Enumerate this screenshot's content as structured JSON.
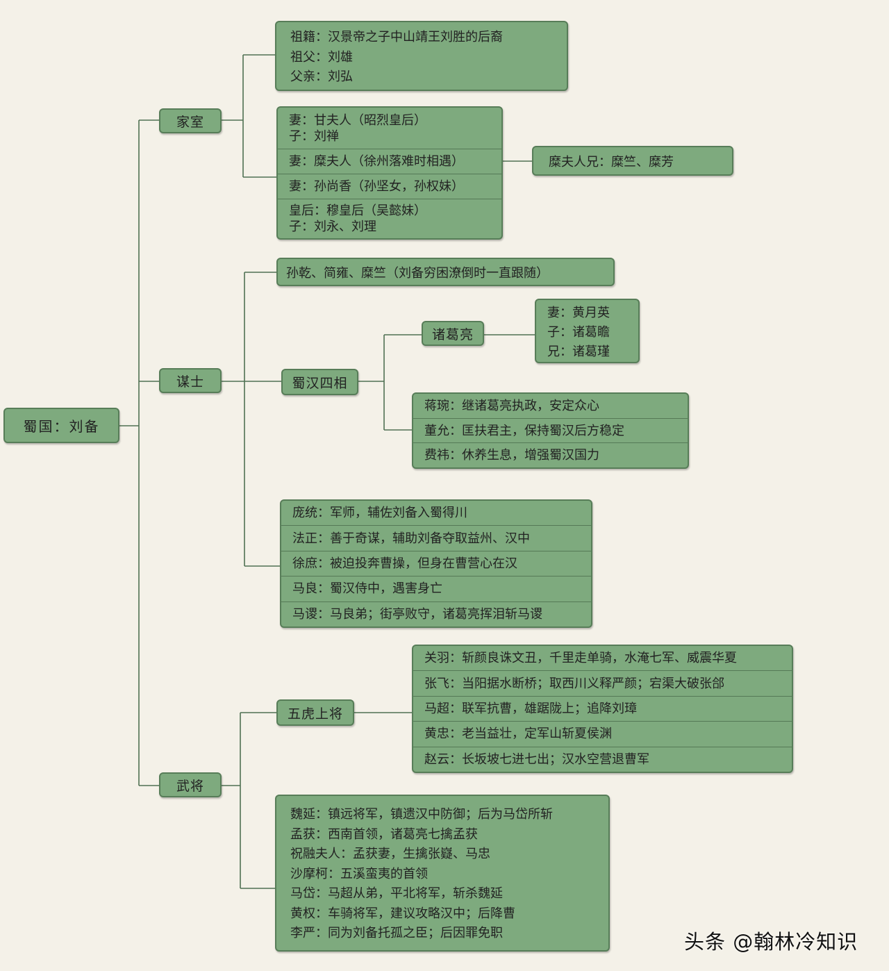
{
  "root": "蜀国：刘备",
  "family": {
    "label": "家室",
    "ancestry": [
      "祖籍：汉景帝之子中山靖王刘胜的后裔",
      "祖父：刘雄",
      "父亲：刘弘"
    ],
    "wives": [
      [
        "妻：甘夫人（昭烈皇后）",
        "子：刘禅"
      ],
      [
        "妻：糜夫人（徐州落难时相遇）"
      ],
      [
        "妻：孙尚香（孙坚女，孙权妹）"
      ],
      [
        "皇后：穆皇后（吴懿妹）",
        "子：刘永、刘理"
      ]
    ],
    "mi_brothers": "糜夫人兄：糜竺、糜芳"
  },
  "advisors": {
    "label": "谋士",
    "followers": "孙乾、简雍、糜竺（刘备穷困潦倒时一直跟随）",
    "four_ministers": {
      "label": "蜀汉四相",
      "zhuge": {
        "label": "诸葛亮",
        "relatives": [
          "妻：黄月英",
          "子：诸葛瞻",
          "兄：诸葛瑾"
        ]
      },
      "others": [
        "蒋琬：继诸葛亮执政，安定众心",
        "董允：匡扶君主，保持蜀汉后方稳定",
        "费祎：休养生息，增强蜀汉国力"
      ]
    },
    "others": [
      "庞统：军师，辅佐刘备入蜀得川",
      "法正：善于奇谋，辅助刘备夺取益州、汉中",
      "徐庶：被迫投奔曹操，但身在曹营心在汉",
      "马良：蜀汉侍中，遇害身亡",
      "马谡：马良弟；街亭败守，诸葛亮挥泪斩马谡"
    ]
  },
  "generals": {
    "label": "武将",
    "five_tigers": {
      "label": "五虎上将",
      "items": [
        "关羽：斩颜良诛文丑，千里走单骑，水淹七军、威震华夏",
        "张飞：当阳据水断桥；取西川义释严颜；宕渠大破张郃",
        "马超：联军抗曹，雄踞陇上；追降刘璋",
        "黄忠：老当益壮，定军山斩夏侯渊",
        "赵云：长坂坡七进七出；汉水空营退曹军"
      ]
    },
    "others": [
      "魏延：镇远将军，镇遗汉中防御；后为马岱所斩",
      "孟获：西南首领，诸葛亮七擒孟获",
      "祝融夫人：孟获妻，生擒张嶷、马忠",
      "沙摩柯：五溪蛮夷的首领",
      "马岱：马超从弟，平北将军，斩杀魏延",
      "黄权：车骑将军，建议攻略汉中；后降曹",
      "李严：同为刘备托孤之臣；后因罪免职"
    ]
  },
  "watermark": "头条 @翰林冷知识"
}
